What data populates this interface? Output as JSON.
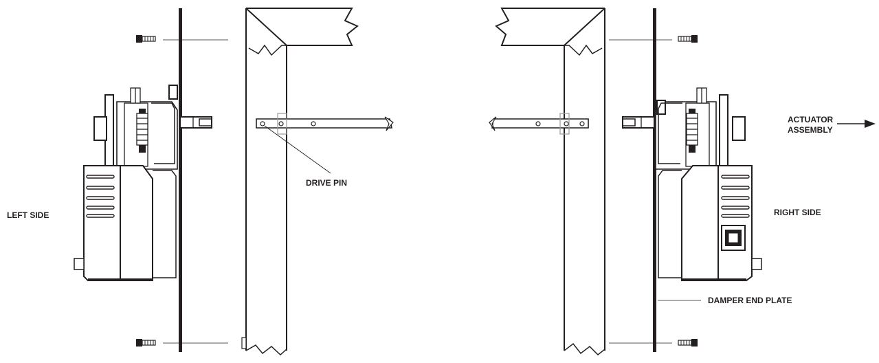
{
  "labels": {
    "left_side": "LEFT SIDE",
    "right_side": "RIGHT SIDE",
    "drive_pin": "DRIVE PIN",
    "actuator_assembly_line1": "ACTUATOR",
    "actuator_assembly_line2": "ASSEMBLY",
    "damper_end_plate": "DAMPER END PLATE"
  },
  "icons": {
    "arrow": "arrow-right-icon",
    "screw": "screw-icon",
    "actuator": "actuator-body-icon"
  },
  "colors": {
    "line": "#231f20",
    "pin_highlight": "#9a9a9a",
    "background": "#ffffff"
  }
}
